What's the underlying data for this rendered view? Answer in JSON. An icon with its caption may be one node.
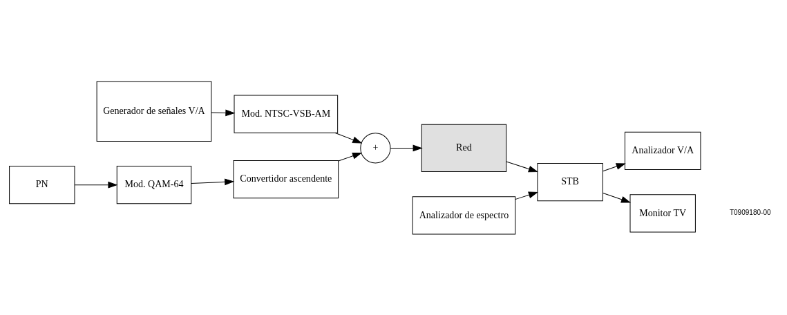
{
  "diagram": {
    "nodes": [
      {
        "text": [
          "Generador de señales V/A"
        ]
      },
      {
        "text": [
          "Mod. NTSC-VSB-AM"
        ]
      },
      {
        "text": [
          "Analizador de espectro"
        ]
      },
      {
        "text": [
          "+"
        ]
      },
      {
        "text": [
          "Red"
        ]
      },
      {
        "text": [
          "STB"
        ]
      },
      {
        "text": [
          "PN"
        ]
      },
      {
        "text": [
          "Mod. QAM-64"
        ]
      },
      {
        "text": [
          "Convertidor ascendente"
        ]
      },
      {
        "text": [
          "Analizador V/A"
        ]
      },
      {
        "text": [
          "Monitor TV"
        ]
      }
    ],
    "edges": [
      {
        "from": 0,
        "to": 1,
        "arrow": "to"
      },
      {
        "from": 1,
        "to": 3,
        "arrow": "to"
      },
      {
        "from": 8,
        "to": 3,
        "arrow": "to"
      },
      {
        "from": 3,
        "to": 4,
        "arrow": "to"
      },
      {
        "from": 4,
        "to": 5,
        "arrow": "to"
      },
      {
        "from": 2,
        "to": 5,
        "arrow": "to"
      },
      {
        "from": 6,
        "to": 7,
        "arrow": "to"
      },
      {
        "from": 7,
        "to": 8,
        "arrow": "to"
      },
      {
        "from": 5,
        "to": 9,
        "arrow": "to"
      },
      {
        "from": 5,
        "to": 10,
        "arrow": "to"
      }
    ],
    "labels": [
      "T0909180-00"
    ]
  }
}
